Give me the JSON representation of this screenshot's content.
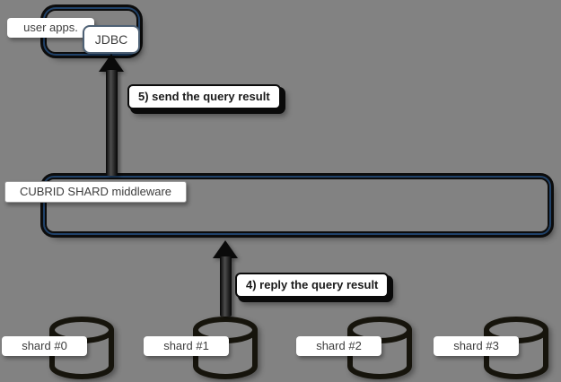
{
  "diagram": {
    "user_apps": {
      "label": "user apps.",
      "jdbc_label": "JDBC"
    },
    "middleware": {
      "label": "CUBRID SHARD middleware"
    },
    "callouts": {
      "send_result": "5) send the query result",
      "reply_result": "4) reply the query result"
    },
    "shards": [
      {
        "label": "shard #0"
      },
      {
        "label": "shard #1"
      },
      {
        "label": "shard #2"
      },
      {
        "label": "shard #3"
      }
    ],
    "colors": {
      "background": "#828282",
      "outline_black": "#0c0c0c",
      "outline_navy": "#20426a",
      "label_background": "#ffffff",
      "label_text": "#3d3d3d",
      "callout_text": "#1a1a1a",
      "jdbc_border": "#4e6175",
      "cylinder_stroke": "#16140c"
    }
  }
}
